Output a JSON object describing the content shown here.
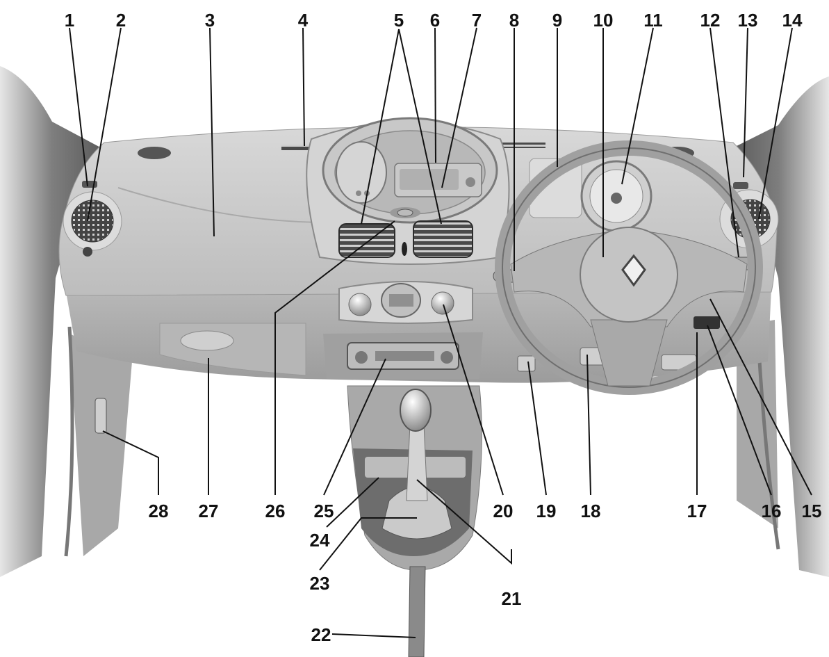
{
  "colors": {
    "dash_light": "#cfcfcf",
    "dash_mid": "#b3b3b3",
    "dash_dark": "#6b6b6b",
    "vent_dark": "#3a3a3a",
    "pillar": "#8a8a8a",
    "label": "#111111"
  },
  "callouts": [
    "1",
    "2",
    "3",
    "4",
    "5",
    "6",
    "7",
    "8",
    "9",
    "10",
    "11",
    "12",
    "13",
    "14",
    "15",
    "16",
    "17",
    "18",
    "19",
    "20",
    "21",
    "22",
    "23",
    "24",
    "25",
    "26",
    "27",
    "28"
  ]
}
